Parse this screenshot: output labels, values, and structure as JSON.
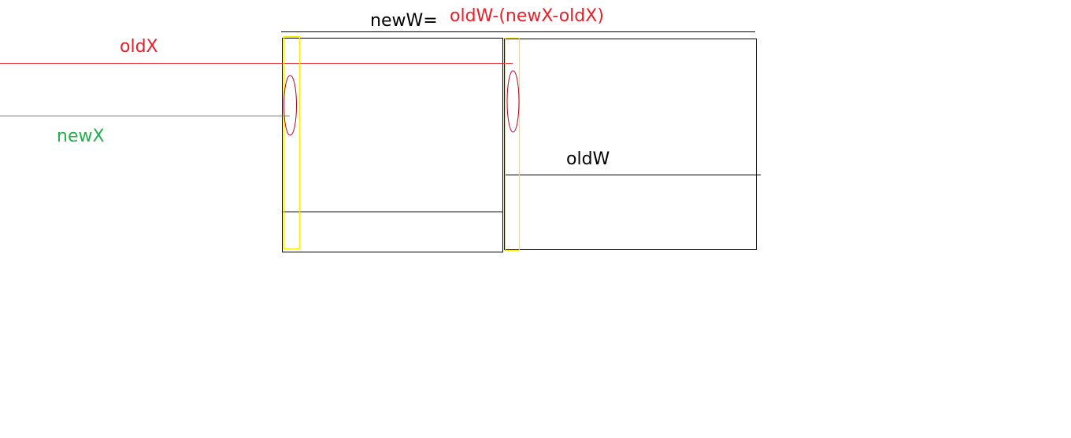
{
  "labels": {
    "old_x": "oldX",
    "new_x": "newX",
    "new_w_prefix": "newW=",
    "new_w_formula": "oldW-(newX-oldX)",
    "old_w": "oldW"
  },
  "colors": {
    "black": "#000000",
    "red": "#e8202a",
    "green": "#22b14c",
    "yellow": "#ffe800",
    "dark_red": "#b00030"
  }
}
